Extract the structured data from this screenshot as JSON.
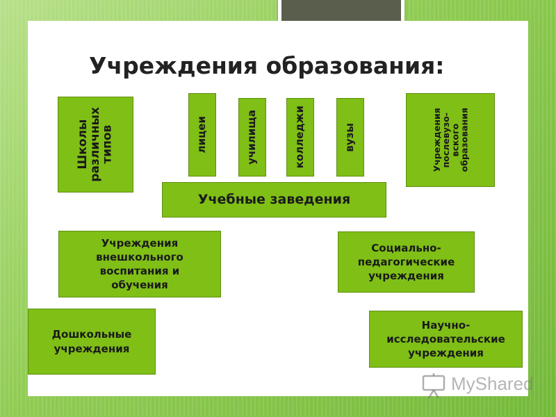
{
  "title": "Учреждения образования:",
  "nodes": {
    "schools": "Школы\nразличных\nтипов",
    "lyceums": "лицеи",
    "colleges_vocational": "училища",
    "colleges": "колледжи",
    "universities": "вузы",
    "postgraduate": "Учреждения\nпослевузо-\nвского\nобразования",
    "educational_institutions": "Учебные заведения",
    "extracurricular": "Учреждения\nвнешкольного\nвоспитания и\nобучения",
    "social_pedagogical": "Социально-\nпедагогические\nучреждения",
    "preschool": "Дошкольные\nучреждения",
    "research": "Научно-\nисследовательские\nучреждения"
  },
  "watermark": {
    "text": "MyShared",
    "icon": "presentation-board-icon"
  },
  "colors": {
    "box_fill": "#7fbf16",
    "box_border": "#5f8f10",
    "frame": "#5a5e4d"
  }
}
